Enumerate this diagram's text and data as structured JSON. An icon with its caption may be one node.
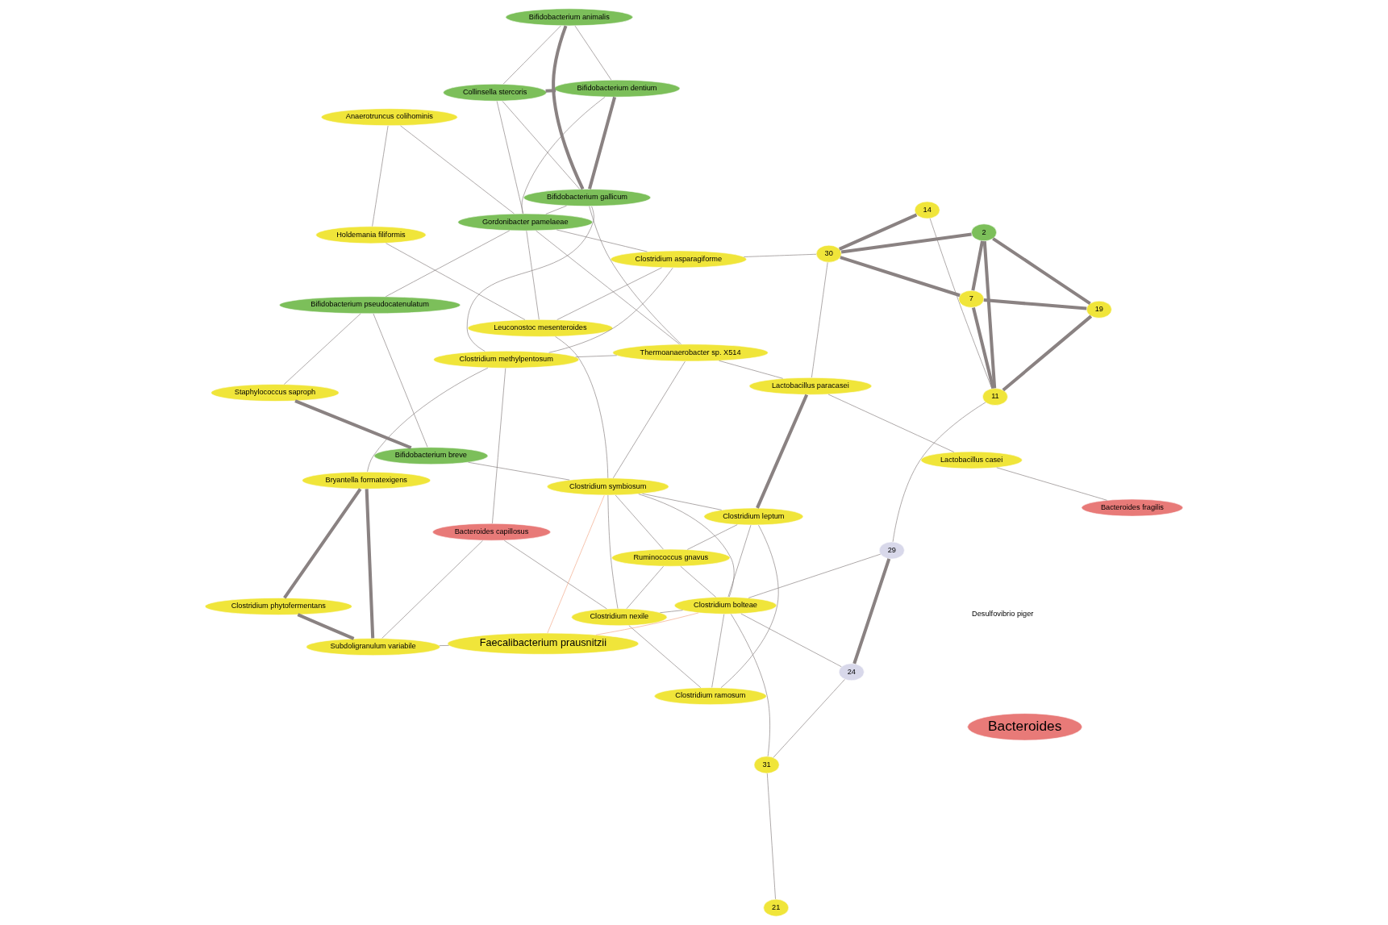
{
  "diagram": {
    "nodes": [
      {
        "text": [
          "21"
        ]
      },
      {
        "text": [
          "31"
        ]
      },
      {
        "text": [
          "Ruminococcus gnavus"
        ]
      },
      {
        "text": [
          "Clostridium leptum"
        ]
      },
      {
        "text": [
          "24"
        ]
      },
      {
        "text": [
          "Clostridium ramosum"
        ]
      },
      {
        "text": [
          "Clostridium bolteae"
        ]
      },
      {
        "text": [
          "Clostridium symbiosum"
        ]
      },
      {
        "text": [
          "29"
        ]
      },
      {
        "text": [
          "Holdemania filiformis"
        ]
      },
      {
        "text": [
          "Clostridium nexile"
        ]
      },
      {
        "text": [
          "Anaerotruncus colihominis"
        ]
      },
      {
        "text": [
          "Leuconostoc mesenteroides"
        ]
      },
      {
        "text": [
          "11"
        ]
      },
      {
        "text": [
          "Clostridium asparagiforme"
        ]
      },
      {
        "text": [
          "Gordonibacter pamelaeae"
        ]
      },
      {
        "text": [
          "14"
        ]
      },
      {
        "text": [
          "Thermoanaerobacter sp. X514"
        ]
      },
      {
        "text": [
          "2"
        ]
      },
      {
        "text": [
          "30"
        ]
      },
      {
        "text": [
          "Lactobacillus paracasei"
        ]
      },
      {
        "text": [
          "Bifidobacterium gallicum"
        ]
      },
      {
        "text": [
          "7"
        ]
      },
      {
        "text": [
          "Bacteroides capillosus"
        ]
      },
      {
        "text": [
          "19"
        ]
      },
      {
        "text": [
          "Clostridium methylpentosum"
        ]
      },
      {
        "text": [
          "Faecalibacterium prausnitzii"
        ]
      },
      {
        "text": [
          "Subdoligranulum variabile"
        ]
      },
      {
        "text": [
          "Bryantella formatexigens"
        ]
      },
      {
        "text": [
          "Lactobacillus casei"
        ]
      },
      {
        "text": [
          "Clostridium phytofermentans"
        ]
      },
      {
        "text": [
          "Bacteroides fragilis"
        ]
      },
      {
        "text": [
          "Bacteroides"
        ]
      },
      {
        "text": [
          "Bifidobacterium breve"
        ]
      },
      {
        "text": [
          "Staphylococcus saproph"
        ]
      },
      {
        "text": [
          "Bifidobacterium pseudocatenulatum"
        ]
      },
      {
        "text": [
          "Bifidobacterium dentium"
        ]
      },
      {
        "text": [
          "Collinsella stercoris"
        ]
      },
      {
        "text": [
          "Bifidobacterium animalis"
        ]
      }
    ],
    "edges": [
      {
        "from": 26,
        "to": 6,
        "arrow": "none",
        "color": "#f2a98a"
      },
      {
        "from": 26,
        "to": 7,
        "arrow": "none",
        "color": "#f2a98a"
      },
      {
        "from": 26,
        "to": 27,
        "arrow": "none"
      },
      {
        "from": 27,
        "to": 23,
        "arrow": "none"
      },
      {
        "from": 27,
        "to": 28,
        "arrow": "none",
        "style": "thick"
      },
      {
        "from": 27,
        "to": 30,
        "arrow": "none",
        "style": "thick"
      },
      {
        "from": 28,
        "to": 30,
        "arrow": "none",
        "style": "thick"
      },
      {
        "from": 28,
        "to": 25,
        "arrow": "none"
      },
      {
        "from": 25,
        "to": 23,
        "arrow": "none"
      },
      {
        "from": 25,
        "to": 14,
        "arrow": "none"
      },
      {
        "from": 25,
        "to": 17,
        "arrow": "none"
      },
      {
        "from": 25,
        "to": 21,
        "arrow": "none"
      },
      {
        "from": 29,
        "to": 20,
        "arrow": "none"
      },
      {
        "from": 29,
        "to": 31,
        "arrow": "none"
      },
      {
        "from": 23,
        "to": 10,
        "arrow": "none"
      },
      {
        "from": 19,
        "to": 18,
        "arrow": "none",
        "style": "thick"
      },
      {
        "from": 19,
        "to": 16,
        "arrow": "none",
        "style": "thick"
      },
      {
        "from": 19,
        "to": 22,
        "arrow": "none",
        "style": "thick"
      },
      {
        "from": 19,
        "to": 20,
        "arrow": "none"
      },
      {
        "from": 19,
        "to": 14,
        "arrow": "none"
      },
      {
        "from": 13,
        "to": 16,
        "arrow": "none"
      },
      {
        "from": 13,
        "to": 18,
        "arrow": "none",
        "style": "thick"
      },
      {
        "from": 13,
        "to": 22,
        "arrow": "none",
        "style": "thick"
      },
      {
        "from": 13,
        "to": 24,
        "arrow": "none",
        "style": "thick"
      },
      {
        "from": 18,
        "to": 22,
        "arrow": "none",
        "style": "thick"
      },
      {
        "from": 18,
        "to": 24,
        "arrow": "none",
        "style": "thick"
      },
      {
        "from": 22,
        "to": 24,
        "arrow": "none",
        "style": "thick"
      },
      {
        "from": 0,
        "to": 1,
        "arrow": "none"
      },
      {
        "from": 1,
        "to": 4,
        "arrow": "none"
      },
      {
        "from": 4,
        "to": 8,
        "arrow": "none",
        "style": "thick"
      },
      {
        "from": 4,
        "to": 6,
        "arrow": "none"
      },
      {
        "from": 8,
        "to": 6,
        "arrow": "none"
      },
      {
        "from": 1,
        "to": 6,
        "arrow": "none"
      },
      {
        "from": 8,
        "to": 13,
        "arrow": "none"
      },
      {
        "from": 6,
        "to": 2,
        "arrow": "none"
      },
      {
        "from": 6,
        "to": 5,
        "arrow": "none"
      },
      {
        "from": 6,
        "to": 7,
        "arrow": "none"
      },
      {
        "from": 6,
        "to": 10,
        "arrow": "none"
      },
      {
        "from": 6,
        "to": 3,
        "arrow": "none"
      },
      {
        "from": 2,
        "to": 3,
        "arrow": "none"
      },
      {
        "from": 2,
        "to": 10,
        "arrow": "none"
      },
      {
        "from": 2,
        "to": 7,
        "arrow": "none"
      },
      {
        "from": 5,
        "to": 10,
        "arrow": "none"
      },
      {
        "from": 5,
        "to": 3,
        "arrow": "none"
      },
      {
        "from": 3,
        "to": 7,
        "arrow": "none"
      },
      {
        "from": 3,
        "to": 20,
        "arrow": "none",
        "style": "thick"
      },
      {
        "from": 7,
        "to": 10,
        "arrow": "none"
      },
      {
        "from": 7,
        "to": 33,
        "arrow": "none"
      },
      {
        "from": 7,
        "to": 17,
        "arrow": "none"
      },
      {
        "from": 7,
        "to": 12,
        "arrow": "none"
      },
      {
        "from": 9,
        "to": 12,
        "arrow": "none"
      },
      {
        "from": 9,
        "to": 11,
        "arrow": "none"
      },
      {
        "from": 12,
        "to": 14,
        "arrow": "none"
      },
      {
        "from": 12,
        "to": 15,
        "arrow": "none"
      },
      {
        "from": 11,
        "to": 15,
        "arrow": "none"
      },
      {
        "from": 14,
        "to": 15,
        "arrow": "none"
      },
      {
        "from": 15,
        "to": 35,
        "arrow": "none"
      },
      {
        "from": 15,
        "to": 17,
        "arrow": "none"
      },
      {
        "from": 15,
        "to": 21,
        "arrow": "none"
      },
      {
        "from": 15,
        "to": 37,
        "arrow": "none"
      },
      {
        "from": 15,
        "to": 36,
        "arrow": "none"
      },
      {
        "from": 17,
        "to": 21,
        "arrow": "none"
      },
      {
        "from": 17,
        "to": 20,
        "arrow": "none"
      },
      {
        "from": 33,
        "to": 34,
        "arrow": "none",
        "style": "thick"
      },
      {
        "from": 33,
        "to": 35,
        "arrow": "none"
      },
      {
        "from": 35,
        "to": 34,
        "arrow": "none"
      },
      {
        "from": 36,
        "to": 37,
        "arrow": "none",
        "style": "thick"
      },
      {
        "from": 36,
        "to": 21,
        "arrow": "none",
        "style": "thick"
      },
      {
        "from": 36,
        "to": 38,
        "arrow": "none"
      },
      {
        "from": 37,
        "to": 21,
        "arrow": "none"
      },
      {
        "from": 37,
        "to": 38,
        "arrow": "none"
      },
      {
        "from": 21,
        "to": 38,
        "arrow": "none",
        "style": "thick"
      }
    ],
    "labels": [
      "Desulfovibrio piger"
    ]
  }
}
